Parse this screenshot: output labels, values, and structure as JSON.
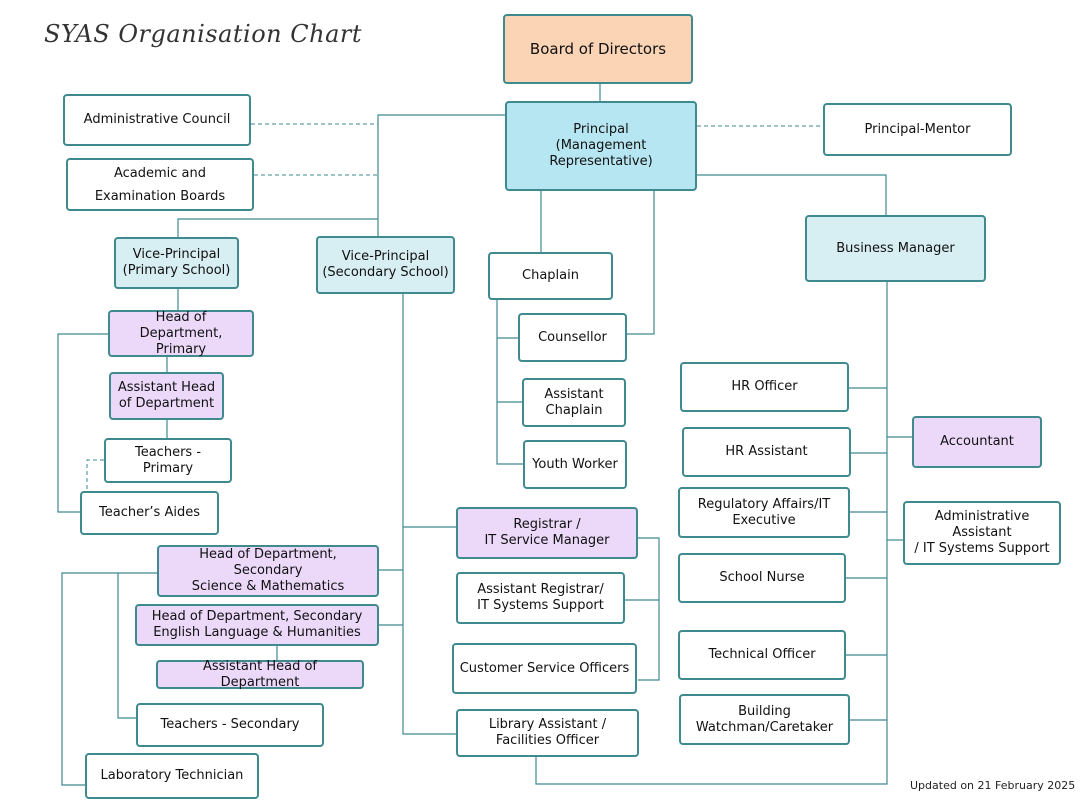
{
  "title": "SYAS Organisation Chart",
  "updated": "Updated on  21 February 2025",
  "colors": {
    "line": "#3f8a8f",
    "peach": "#fad4b5",
    "cyan": "#b7e6f3",
    "lightcyan": "#d7eef3",
    "lilac": "#ecd9fa"
  },
  "nodes": {
    "board": "Board of Directors",
    "principal": "Principal\n(Management\nRepresentative)",
    "admin_council": "Administrative Council",
    "academic_boards": "Academic and\nExamination Boards",
    "principal_mentor": "Principal-Mentor",
    "vp_primary": "Vice-Principal\n(Primary School)",
    "vp_secondary": "Vice-Principal\n(Secondary School)",
    "chaplain": "Chaplain",
    "counsellor": "Counsellor",
    "assistant_chaplain": "Assistant\nChaplain",
    "youth_worker": "Youth Worker",
    "business_manager": "Business Manager",
    "hod_primary": "Head of Department,\nPrimary",
    "ahod_primary": "Assistant Head\nof Department",
    "teachers_primary": "Teachers - Primary",
    "teachers_aides": "Teacher’s Aides",
    "hod_sci_math": "Head of Department, Secondary\nScience & Mathematics",
    "hod_eng_hum": "Head of Department, Secondary\nEnglish Language & Humanities",
    "ahod_secondary": "Assistant Head of Department",
    "teachers_secondary": "Teachers - Secondary",
    "lab_technician": "Laboratory  Technician",
    "registrar": "Registrar /\nIT Service Manager",
    "asst_registrar": "Assistant Registrar/\nIT Systems Support",
    "customer_service": "Customer Service Officers",
    "library_assistant": "Library Assistant /\nFacilities Officer",
    "hr_officer": "HR Officer",
    "hr_assistant": "HR Assistant",
    "regulatory_affairs": "Regulatory Affairs/IT\nExecutive",
    "school_nurse": "School Nurse",
    "technical_officer": "Technical Officer",
    "building_watchman": "Building\nWatchman/Caretaker",
    "accountant": "Accountant",
    "admin_assistant": "Administrative Assistant\n/ IT Systems Support"
  }
}
